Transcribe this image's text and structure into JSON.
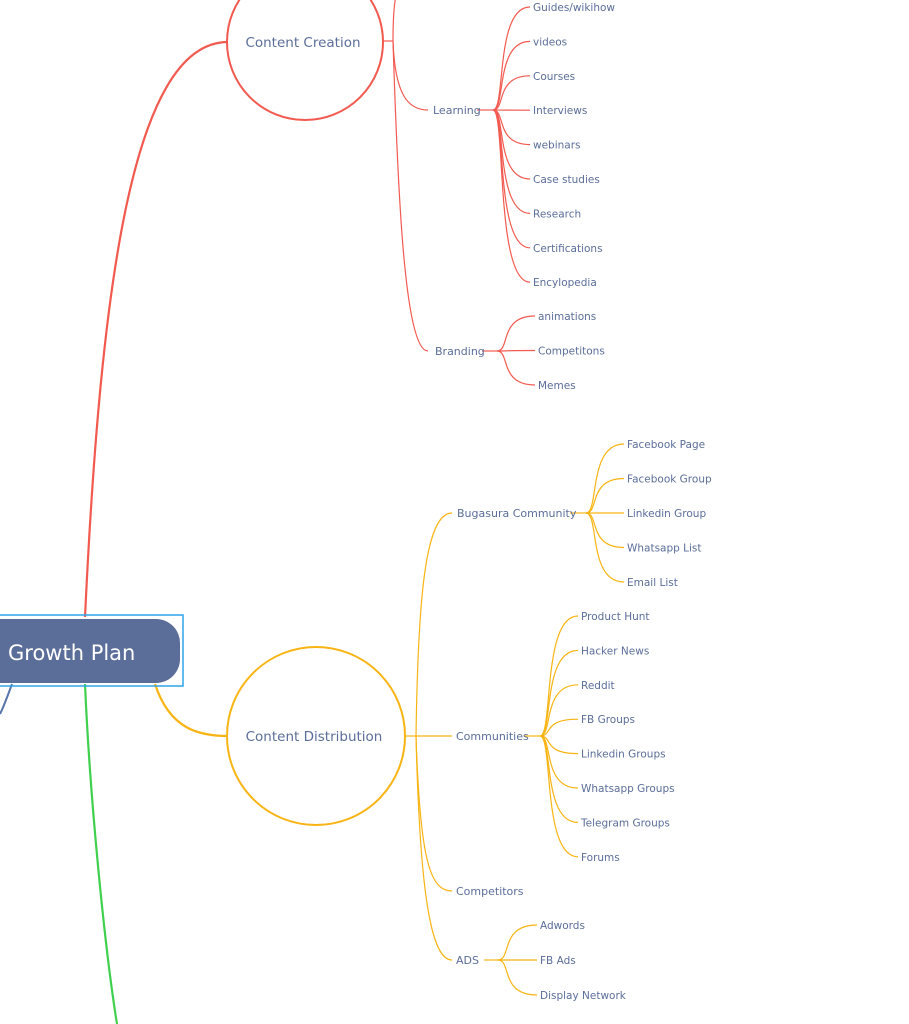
{
  "root": {
    "label": "Growth Plan"
  },
  "colors": {
    "creation": "#f25a50",
    "distribution": "#f8b413",
    "green": "#3fd04d",
    "blue": "#5775a8",
    "root_fill": "#5b6e99",
    "selection": "#2ea3e8"
  },
  "creation": {
    "title": "Content Creation",
    "learning": {
      "label": "Learning",
      "items": [
        "Guides/wikihow",
        "videos",
        "Courses",
        "Interviews",
        "webinars",
        "Case studies",
        "Research",
        "Certifications",
        "Encylopedia"
      ]
    },
    "branding": {
      "label": "Branding",
      "items": [
        "animations",
        "Competitons",
        "Memes"
      ]
    }
  },
  "distribution": {
    "title": "Content Distribution",
    "community": {
      "label": "Bugasura Community",
      "items": [
        "Facebook Page",
        "Facebook Group",
        "Linkedin Group",
        "Whatsapp List",
        "Email List"
      ]
    },
    "communities": {
      "label": "Communities",
      "items": [
        "Product Hunt",
        "Hacker News",
        "Reddit",
        "FB Groups",
        "Linkedin Groups",
        "Whatsapp Groups",
        "Telegram Groups",
        "Forums"
      ]
    },
    "competitors": {
      "label": "Competitors"
    },
    "ads": {
      "label": "ADS",
      "items": [
        "Adwords",
        "FB Ads",
        "Display Network"
      ]
    }
  }
}
